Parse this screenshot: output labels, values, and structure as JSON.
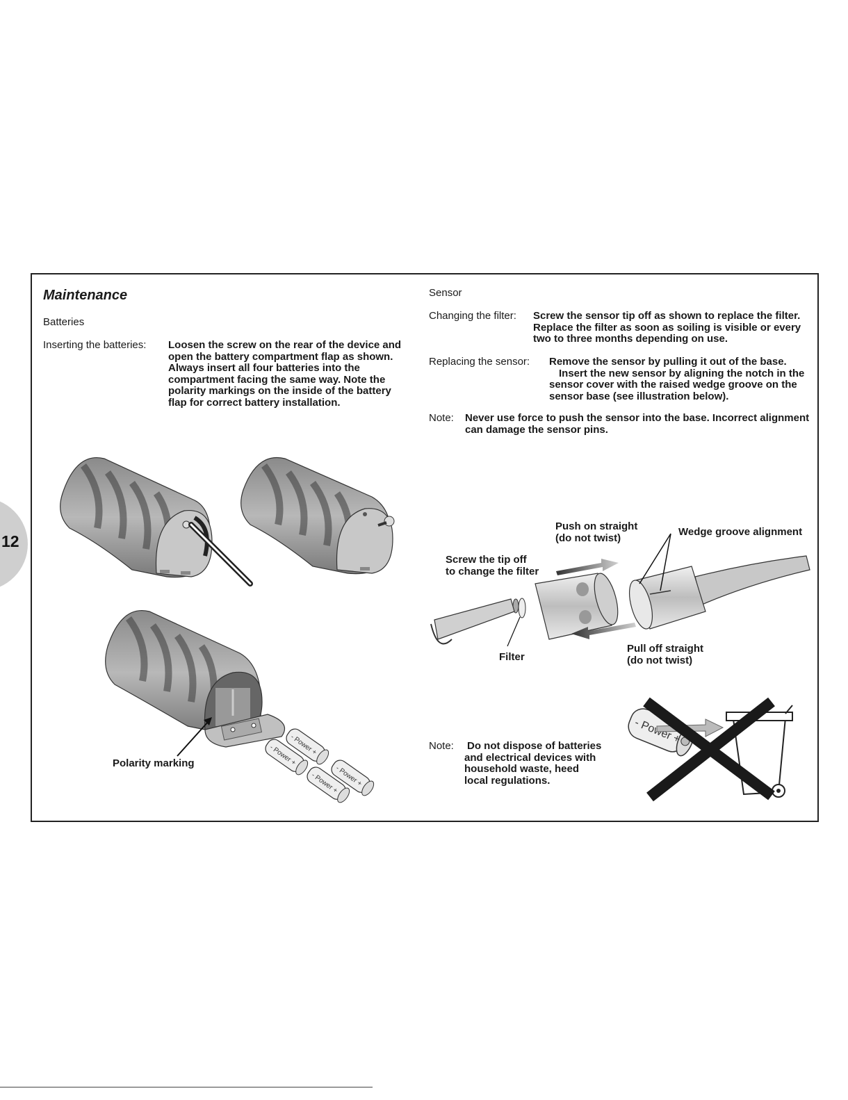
{
  "page_number": "12",
  "maintenance": {
    "title": "Maintenance",
    "batteries_heading": "Batteries",
    "inserting_label": "Inserting the batteries:",
    "inserting_lines": [
      "Loosen the screw on the rear of the device and",
      "open the battery compartment flap as shown.",
      "Always insert all four batteries into the",
      "compartment facing the same way. Note the",
      "polarity markings on the inside of the battery",
      "flap for correct battery installation."
    ],
    "polarity_label": "Polarity marking",
    "battery_text": "- Power +"
  },
  "sensor": {
    "heading": "Sensor",
    "filter_label": "Changing the filter:",
    "filter_lines": [
      "Screw the sensor tip off as shown to replace the filter.",
      "Replace the filter as soon as soiling is visible or every",
      "two to three months depending on use."
    ],
    "replace_label": "Replacing the sensor:",
    "replace_lines": [
      "Remove the sensor by pulling it out of the base.",
      "Insert the new sensor by aligning the notch in the",
      "sensor cover with the raised wedge groove on the",
      "sensor base (see illustration below)."
    ],
    "note_label": "Note:",
    "note_lines": [
      "Never use force to push the sensor into the base. Incorrect alignment",
      "can damage the sensor pins."
    ],
    "push_label_1": "Push on straight",
    "push_label_2": "(do not twist)",
    "wedge_label": "Wedge groove alignment",
    "screw_label_1": "Screw the tip off",
    "screw_label_2": "to change the filter",
    "filter_part_label": "Filter",
    "pull_label_1": "Pull off straight",
    "pull_label_2": "(do not twist)"
  },
  "disposal": {
    "note_label": "Note:",
    "note_lines": [
      "Do not dispose of batteries",
      "and electrical devices with",
      "household waste, heed",
      "local regulations."
    ],
    "battery_text": "- Power +"
  }
}
